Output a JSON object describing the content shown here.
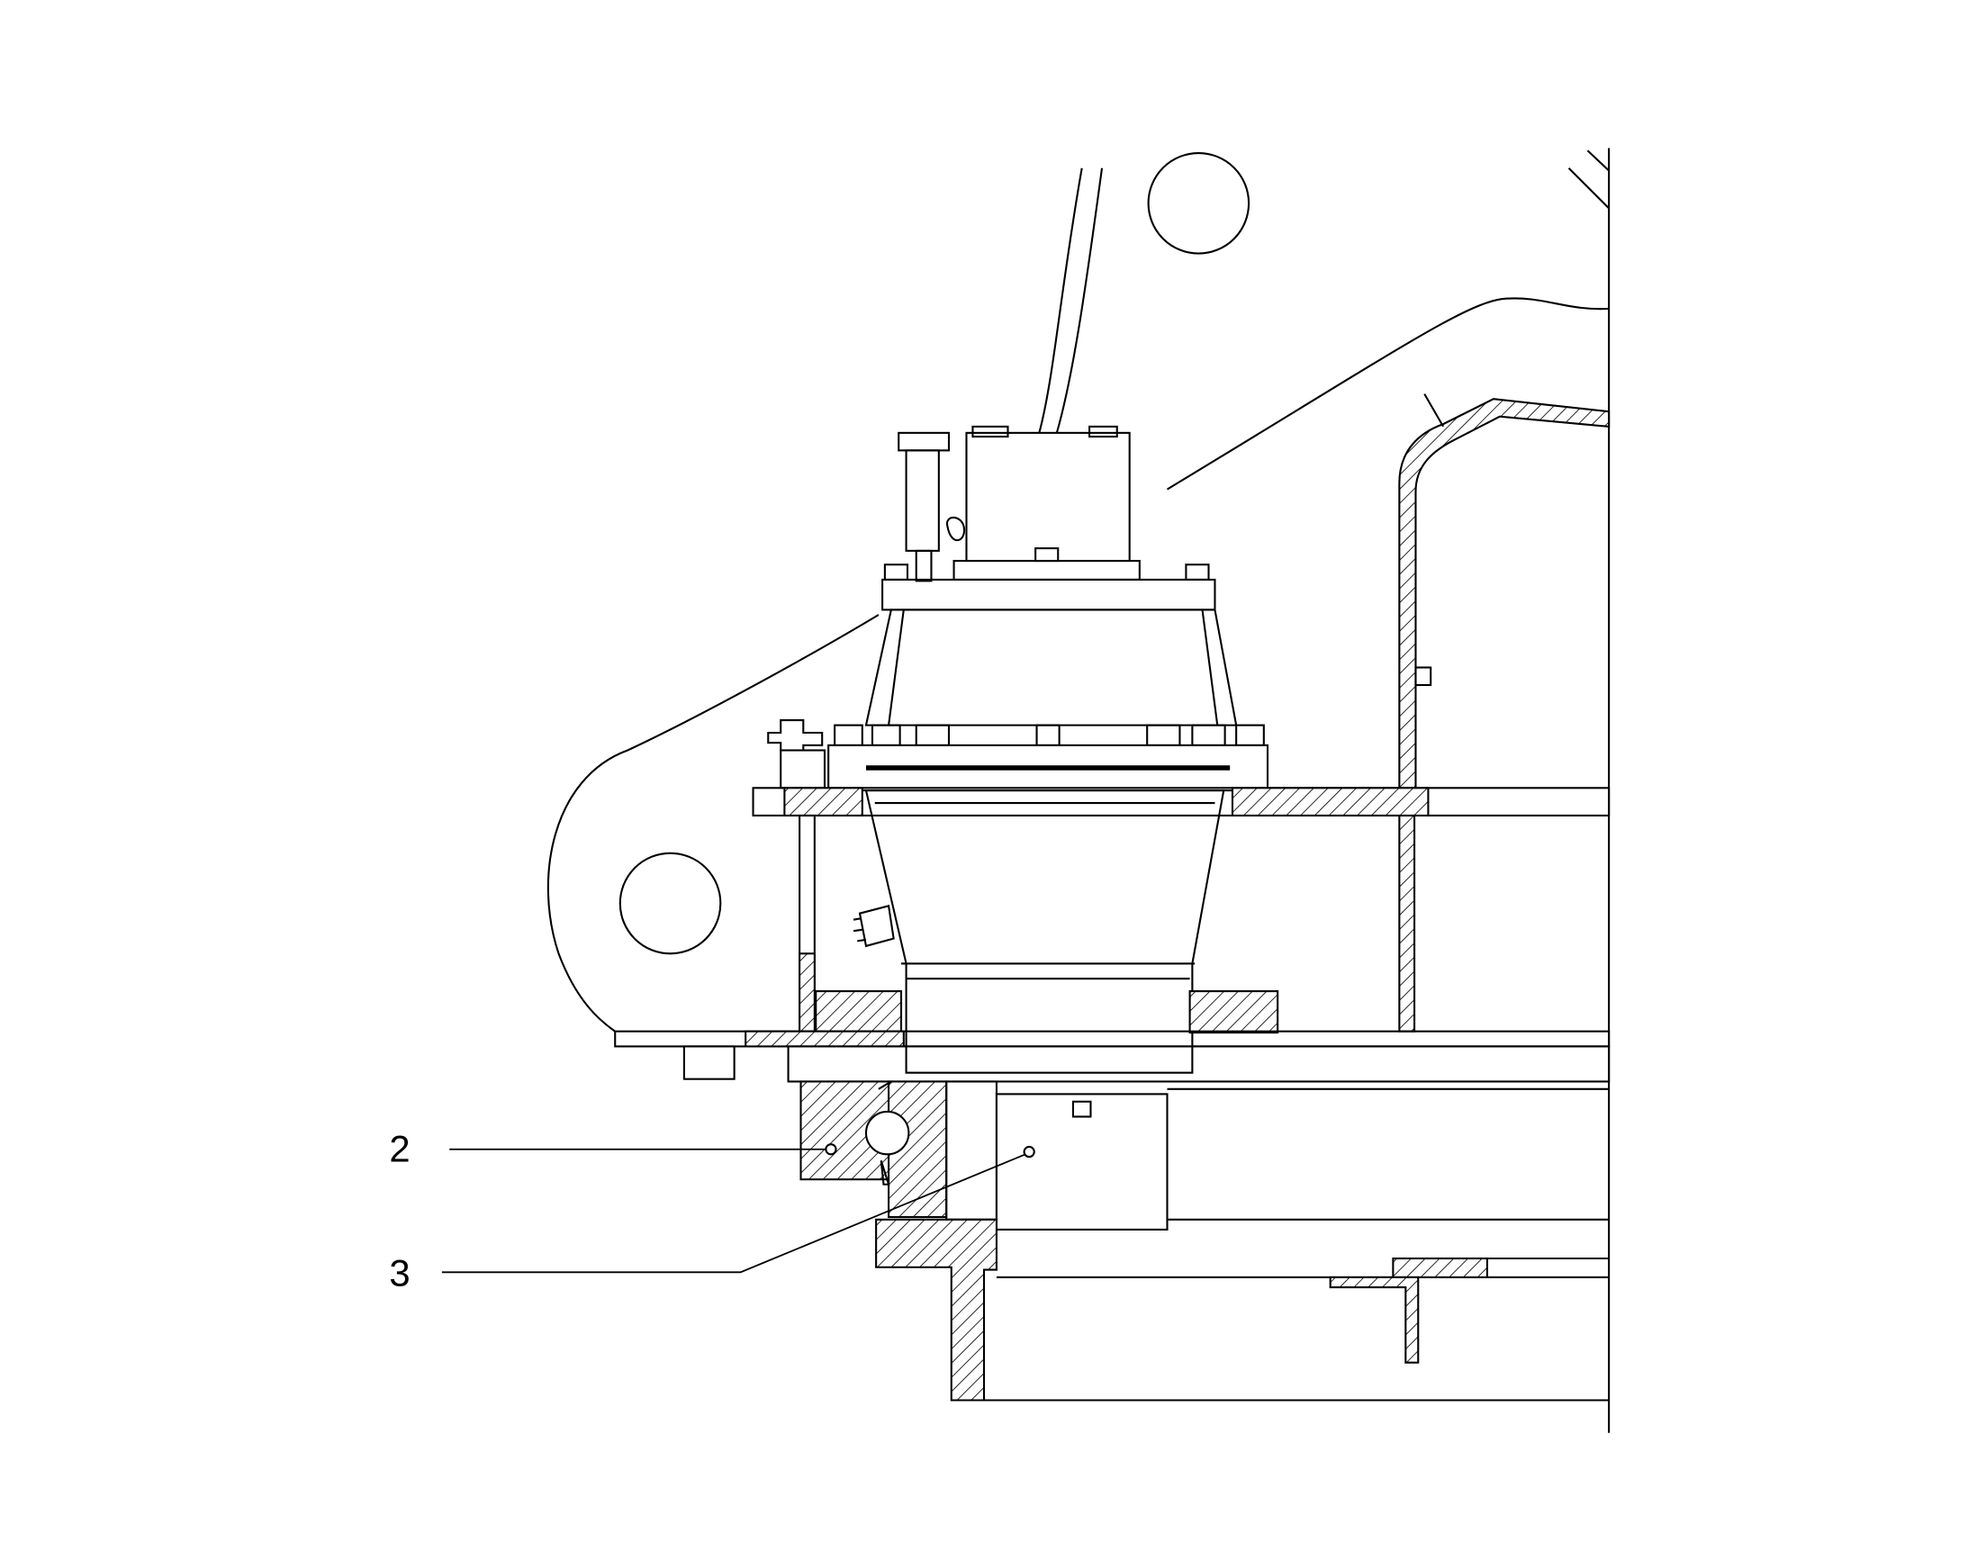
{
  "callouts": [
    {
      "id": "2",
      "label": "2"
    },
    {
      "id": "3",
      "label": "3"
    }
  ],
  "colors": {
    "line": "#000000",
    "background": "#ffffff"
  }
}
